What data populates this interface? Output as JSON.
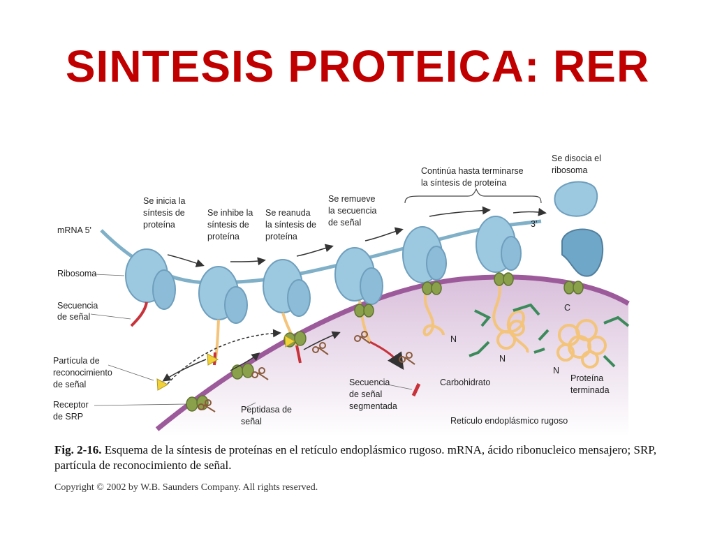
{
  "title": "SINTESIS PROTEICA: RER",
  "labels": {
    "mrna5": "mRNA 5'",
    "mrna3": "3'",
    "ribosoma": "Ribosoma",
    "secuencia": [
      "Secuencia",
      "de señal"
    ],
    "srp": [
      "Partícula de",
      "reconocimiento",
      "de señal"
    ],
    "receptor": [
      "Receptor",
      "de SRP"
    ],
    "peptidasa": [
      "Peptidasa de",
      "señal"
    ],
    "segmentada": [
      "Secuencia",
      "de señal",
      "segmentada"
    ],
    "carbohidrato": "Carbohidrato",
    "terminada": [
      "Proteína",
      "terminada"
    ],
    "reticulo": "Retículo endoplásmico rugoso",
    "n1": "N",
    "n2": "N",
    "n3": "N",
    "c": "C"
  },
  "steps": {
    "inicia": [
      "Se inicia la",
      "síntesis de",
      "proteína"
    ],
    "inhibe": [
      "Se inhibe la",
      "síntesis de",
      "proteína"
    ],
    "reanuda": [
      "Se reanuda",
      "la síntesis de",
      "proteína"
    ],
    "remueve": [
      "Se remueve",
      "la secuencia",
      "de señal"
    ],
    "continua": [
      "Continúa hasta terminarse",
      "la síntesis de proteína"
    ],
    "disocia": [
      "Se disocia el",
      "ribosoma"
    ]
  },
  "caption": {
    "fig": "Fig. 2-16.",
    "text": " Esquema de la síntesis de proteínas en el retículo endoplásmico rugoso. mRNA, ácido ribonucleico mensajero; SRP, partícula de reconocimiento de señal."
  },
  "copyright": "Copyright © 2002 by W.B. Saunders Company. All rights reserved.",
  "colors": {
    "title": "#c00000",
    "ribosome": "#9cc8e0",
    "ribosome_dark": "#6e9fbd",
    "membrane": "#9c5a9a",
    "er_lumen": "#e7d6e8",
    "protein": "#f3c47a",
    "receptor": "#8aa04a",
    "srp": "#f2d23a",
    "signal": "#c8323a",
    "carbohydrate": "#3a8a5a"
  }
}
